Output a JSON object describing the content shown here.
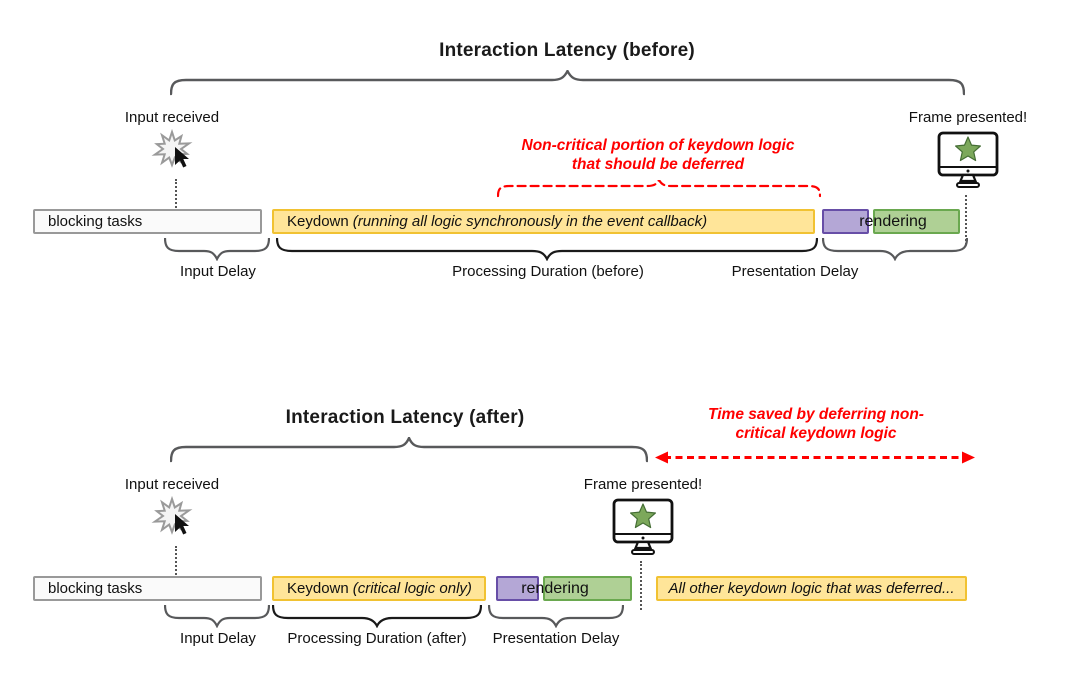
{
  "diagram_before": {
    "title": "Interaction Latency (before)",
    "input_label": "Input received",
    "frame_label": "Frame presented!",
    "annotation": "Non-critical portion of keydown logic that should be deferred",
    "bar_blocking": "blocking tasks",
    "bar_keydown_name": "Keydown",
    "bar_keydown_detail": "(running all logic synchronously in the event callback)",
    "bar_rendering": "rendering",
    "label_input_delay": "Input Delay",
    "label_processing": "Processing Duration (before)",
    "label_presentation": "Presentation Delay"
  },
  "diagram_after": {
    "title": "Interaction Latency (after)",
    "input_label": "Input received",
    "frame_label": "Frame presented!",
    "annotation": "Time saved by deferring non-critical keydown logic",
    "bar_blocking": "blocking tasks",
    "bar_keydown_name": "Keydown",
    "bar_keydown_detail": "(critical logic only)",
    "bar_rendering": "rendering",
    "bar_deferred": "All other keydown logic that was deferred...",
    "label_input_delay": "Input Delay",
    "label_processing": "Processing Duration (after)",
    "label_presentation": "Presentation Delay"
  },
  "icons": {
    "input_icon": "starburst-cursor-icon",
    "frame_icon": "monitor-star-icon"
  },
  "colors": {
    "task_yellow_fill": "#FFE599",
    "task_yellow_border": "#F1C232",
    "purple_fill": "#B4A7D6",
    "purple_border": "#674EA7",
    "green_fill": "#AFD095",
    "green_border": "#6AA84F",
    "blocking_fill": "#FAFAFA",
    "blocking_border": "#999999",
    "annotation_red": "#FF0000",
    "star_green": "#7CA85B",
    "brace_gray": "#58595B"
  }
}
